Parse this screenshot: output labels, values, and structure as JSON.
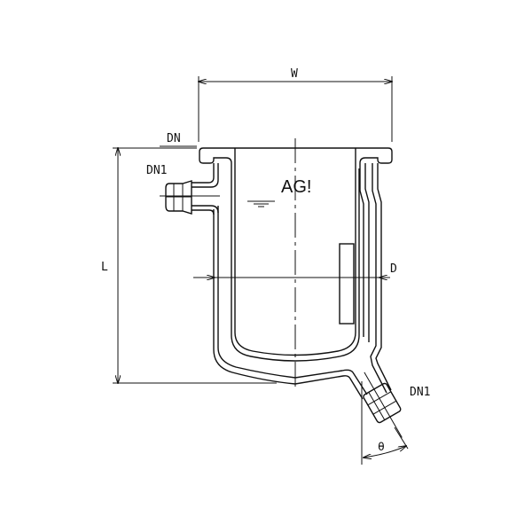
{
  "drawing": {
    "labels": {
      "width": "W",
      "flange": "DN",
      "side_nozzle": "DN1",
      "length": "L",
      "diameter": "D",
      "bottom_nozzle": "DN1",
      "angle": "θ"
    },
    "logo": "AG!"
  }
}
